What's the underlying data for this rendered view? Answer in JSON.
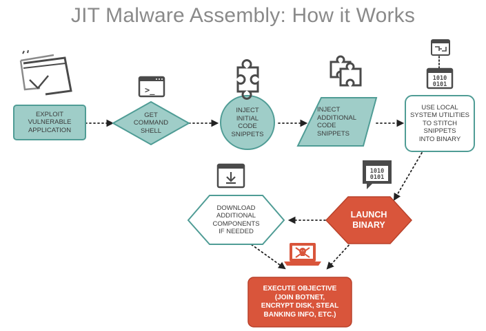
{
  "title": "JIT Malware Assembly: How it Works",
  "colors": {
    "teal_fill": "#9fcdc8",
    "teal_stroke": "#4f9c95",
    "orange": "#d9553b",
    "icon_gray": "#4a4a4a",
    "title_gray": "#8a8a8a"
  },
  "nodes": {
    "exploit": {
      "lines": [
        "EXPLOIT",
        "VULNERABLE",
        "APPLICATION"
      ],
      "icon": "browser-window-broken-icon"
    },
    "shell": {
      "lines": [
        "GET",
        "COMMAND",
        "SHELL"
      ],
      "icon": "terminal-icon"
    },
    "inject_initial": {
      "lines": [
        "INJECT",
        "INITIAL",
        "CODE",
        "SNIPPETS"
      ],
      "icon": "puzzle-piece-icon"
    },
    "inject_additional": {
      "lines": [
        "INJECT",
        "ADDITIONAL",
        "CODE",
        "SNIPPETS"
      ],
      "icon": "puzzle-pieces-icon"
    },
    "stitch": {
      "lines": [
        "USE LOCAL",
        "SYSTEM UTILITIES",
        "TO STITCH",
        "SNIPPETS",
        "INTO BINARY"
      ],
      "icon": "binary-window-icon"
    },
    "download": {
      "lines": [
        "DOWNLOAD",
        "ADDITIONAL",
        "COMPONENTS",
        "IF NEEDED"
      ],
      "icon": "download-window-icon"
    },
    "launch": {
      "lines": [
        "LAUNCH",
        "BINARY"
      ],
      "icon": "binary-speech-bubble-icon"
    },
    "objective": {
      "lines": [
        "EXECUTE OBJECTIVE",
        "(JOIN BOTNET,",
        "ENCRYPT DISK, STEAL",
        "BANKING INFO, ETC.)"
      ],
      "icon": "skull-laptop-icon"
    }
  },
  "icon_text": {
    "binary_top": "1010",
    "binary_bottom": "0101",
    "terminal_prompt": ">_"
  }
}
